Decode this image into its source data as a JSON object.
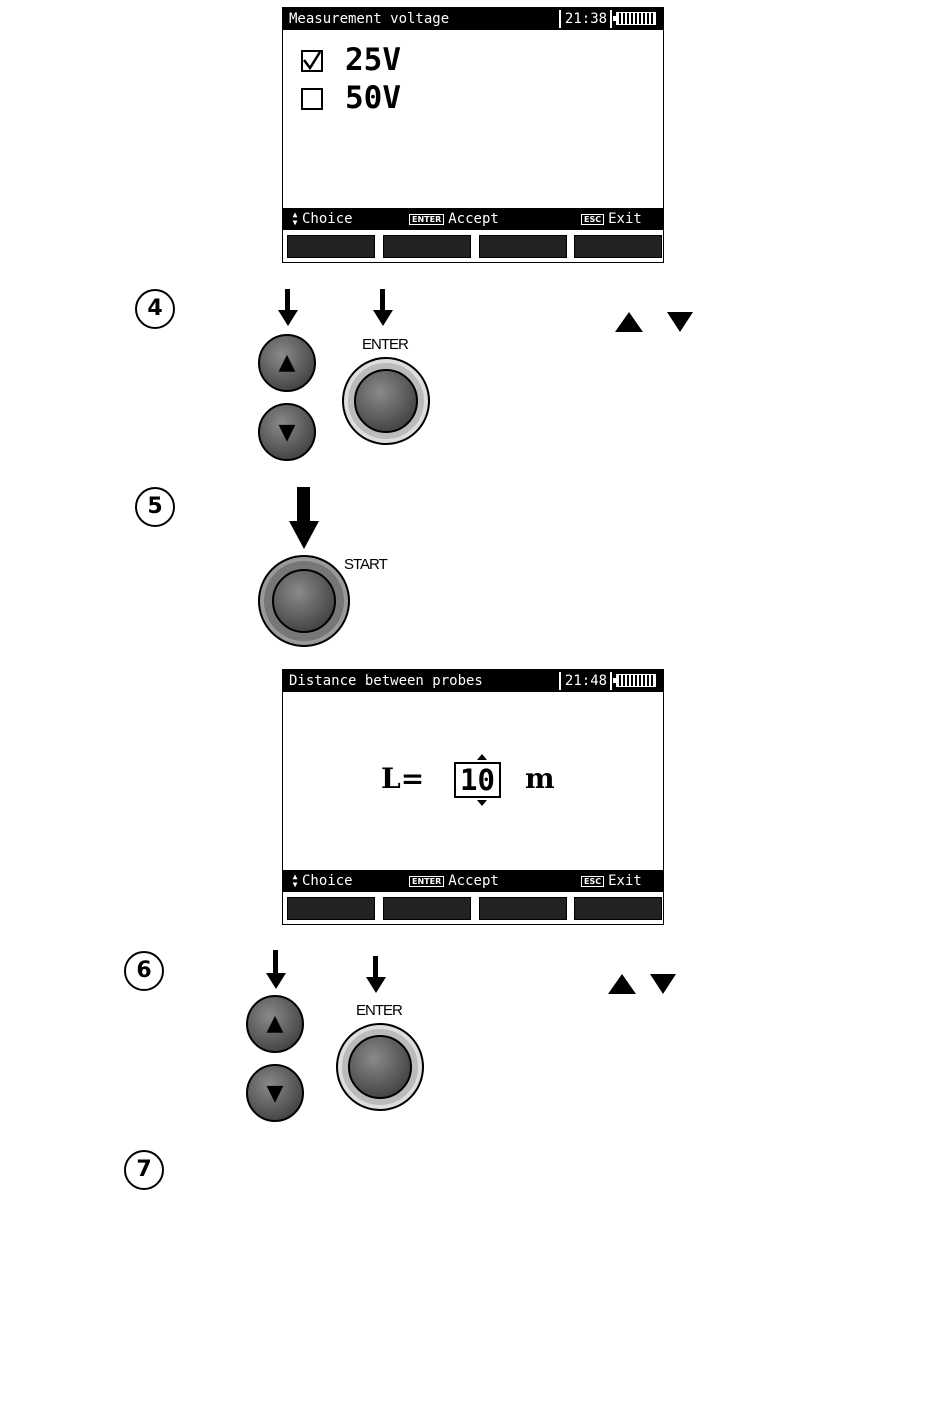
{
  "screen1": {
    "title": "Measurement voltage",
    "time": "21:38",
    "options": [
      {
        "label": "25V",
        "checked": true
      },
      {
        "label": "50V",
        "checked": false
      }
    ],
    "status": {
      "choice": "Choice",
      "enter_key": "ENTER",
      "accept": "Accept",
      "esc_key": "ESC",
      "exit": "Exit"
    }
  },
  "screen2": {
    "title": "Distance between probes",
    "time": "21:48",
    "param_label": "L=",
    "value": "10",
    "unit": "m",
    "status": {
      "choice": "Choice",
      "enter_key": "ENTER",
      "accept": "Accept",
      "esc_key": "ESC",
      "exit": "Exit"
    }
  },
  "steps": {
    "s4": "4",
    "s5": "5",
    "s6": "6",
    "s7": "7"
  },
  "buttons": {
    "enter_label": "ENTER",
    "start_label": "START",
    "up_glyph": "▲",
    "down_glyph": "▼"
  },
  "icons": {
    "battery": "battery-icon",
    "up_down": "up-down-arrow-icon",
    "checkbox": "checkbox-icon"
  }
}
